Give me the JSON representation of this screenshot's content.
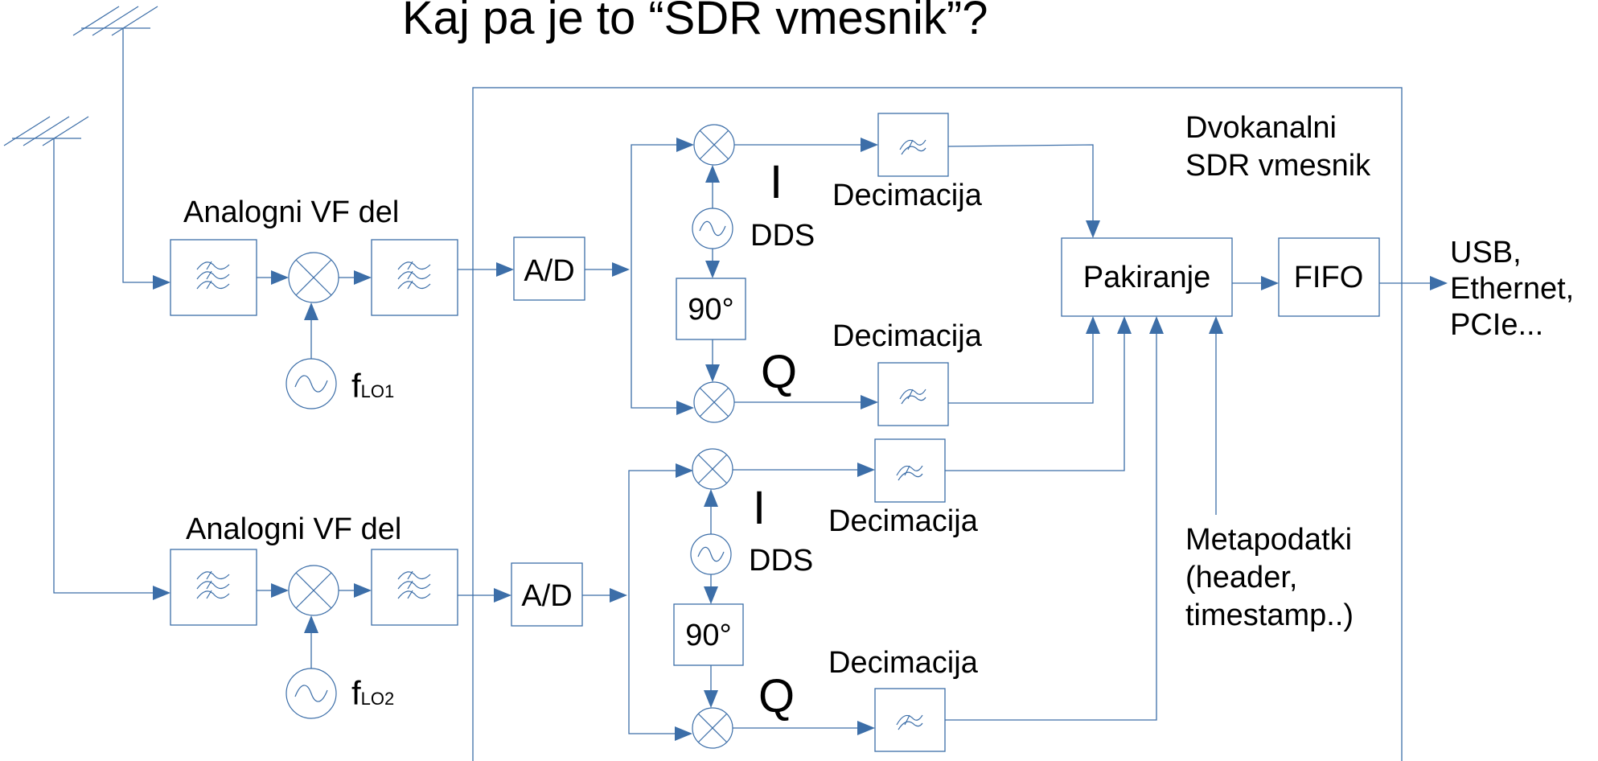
{
  "title": "Kaj pa je to “SDR vmesnik”?",
  "container_label": [
    "Dvokanalni",
    "SDR vmesnik"
  ],
  "channels": [
    {
      "rf_label": "Analogni VF del",
      "lo_main": "f",
      "lo_sub": "LO1",
      "adc": "A/D",
      "i_label": "I",
      "q_label": "Q",
      "dds": "DDS",
      "phase": "90°",
      "decimation_i": "Decimacija",
      "decimation_q": "Decimacija"
    },
    {
      "rf_label": "Analogni VF del",
      "lo_main": "f",
      "lo_sub": "LO2",
      "adc": "A/D",
      "i_label": "I",
      "q_label": "Q",
      "dds": "DDS",
      "phase": "90°",
      "decimation_i": "Decimacija",
      "decimation_q": "Decimacija"
    }
  ],
  "packer": "Pakiranje",
  "fifo": "FIFO",
  "outputs": [
    "USB,",
    "Ethernet,",
    "PCIe..."
  ],
  "metadata": [
    "Metapodatki",
    "(header,",
    "timestamp..)"
  ],
  "colors": {
    "line": "#3c6ea8",
    "text": "#000000",
    "background": "#ffffff"
  },
  "icons": [
    "antenna-icon",
    "filter-icon",
    "mixer-icon",
    "oscillator-icon"
  ]
}
